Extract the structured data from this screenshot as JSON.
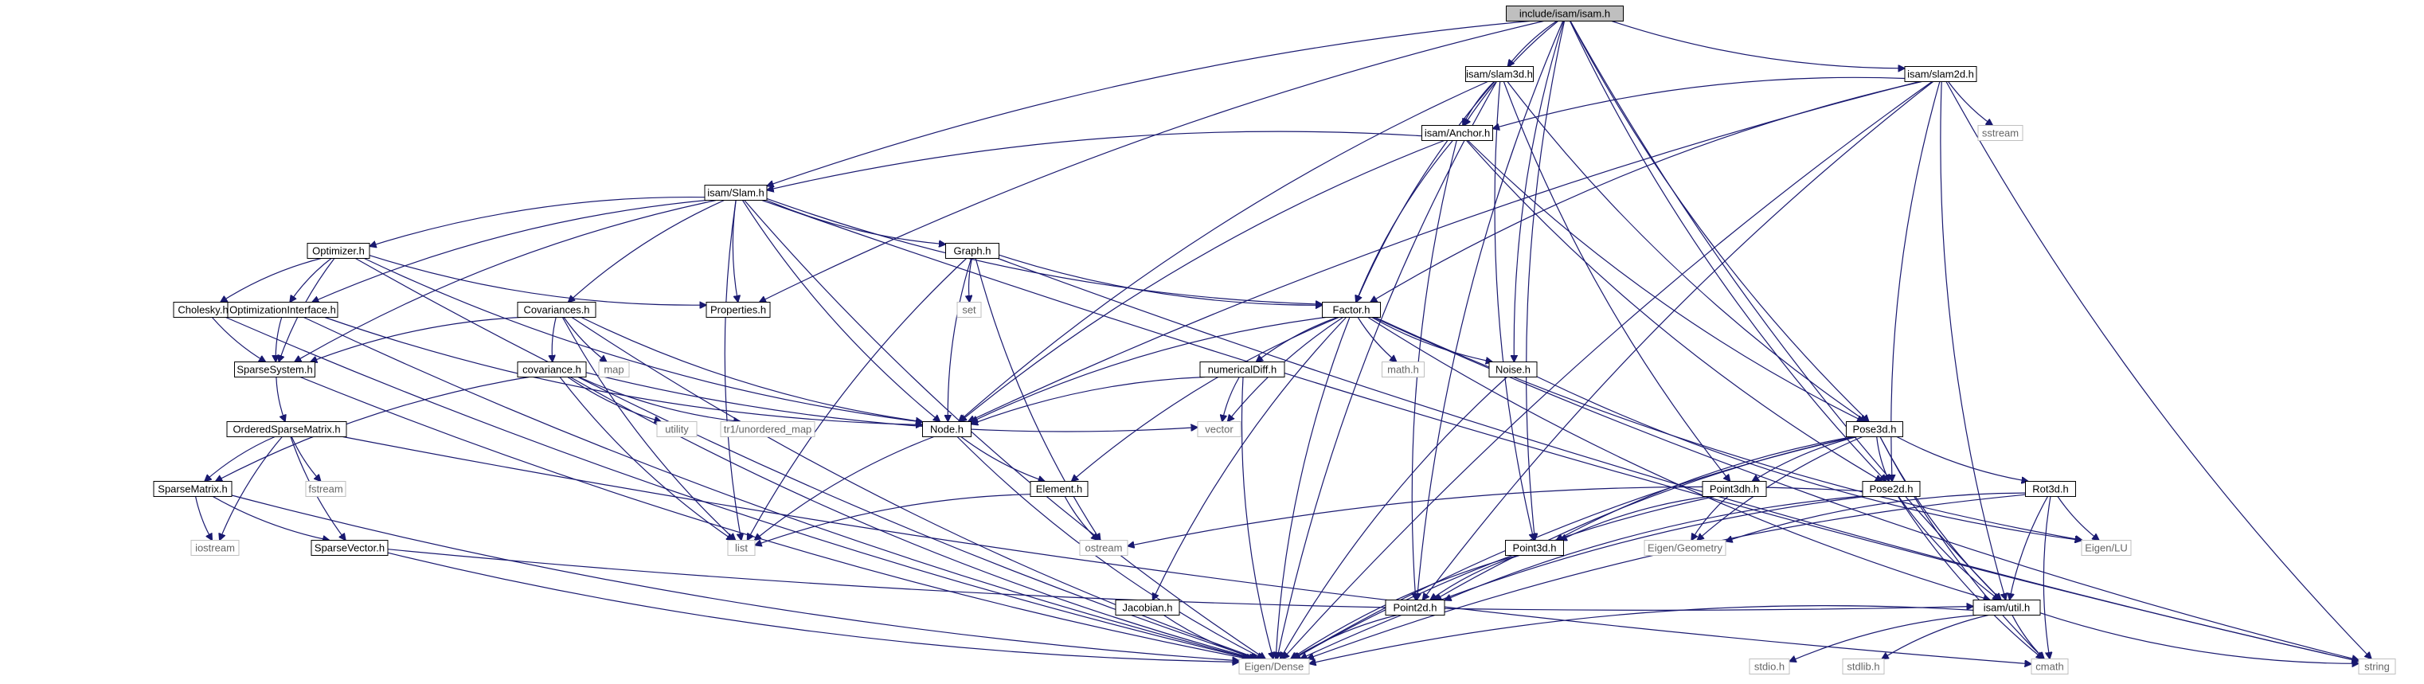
{
  "diagram": {
    "colors": {
      "edge": "#191970",
      "node_border": "#000000",
      "node_fill": "#ffffff",
      "root_fill": "#bfbfbf",
      "external_border": "#bfbfbf",
      "external_text": "#666666"
    },
    "nodes": [
      {
        "id": "isam_h",
        "label": "include/isam/isam.h",
        "kind": "root"
      },
      {
        "id": "slam3d_h",
        "label": "isam/slam3d.h",
        "kind": "local"
      },
      {
        "id": "slam2d_h",
        "label": "isam/slam2d.h",
        "kind": "local"
      },
      {
        "id": "anchor_h",
        "label": "isam/Anchor.h",
        "kind": "local"
      },
      {
        "id": "sstream",
        "label": "sstream",
        "kind": "external"
      },
      {
        "id": "slam_h",
        "label": "isam/Slam.h",
        "kind": "local"
      },
      {
        "id": "optimizer_h",
        "label": "Optimizer.h",
        "kind": "local"
      },
      {
        "id": "graph_h",
        "label": "Graph.h",
        "kind": "local"
      },
      {
        "id": "set",
        "label": "set",
        "kind": "external"
      },
      {
        "id": "properties_h",
        "label": "Properties.h",
        "kind": "local"
      },
      {
        "id": "factor_h",
        "label": "Factor.h",
        "kind": "local"
      },
      {
        "id": "cholesky_h",
        "label": "Cholesky.h",
        "kind": "local"
      },
      {
        "id": "optiface_h",
        "label": "OptimizationInterface.h",
        "kind": "local"
      },
      {
        "id": "covariances_h",
        "label": "Covariances.h",
        "kind": "local"
      },
      {
        "id": "map",
        "label": "map",
        "kind": "external"
      },
      {
        "id": "numdiff_h",
        "label": "numericalDiff.h",
        "kind": "local"
      },
      {
        "id": "math_h",
        "label": "math.h",
        "kind": "external"
      },
      {
        "id": "noise_h",
        "label": "Noise.h",
        "kind": "local"
      },
      {
        "id": "sparsesys_h",
        "label": "SparseSystem.h",
        "kind": "local"
      },
      {
        "id": "covariance_h",
        "label": "covariance.h",
        "kind": "local"
      },
      {
        "id": "utility",
        "label": "utility",
        "kind": "external"
      },
      {
        "id": "tr1map",
        "label": "tr1/unordered_map",
        "kind": "external"
      },
      {
        "id": "node_h",
        "label": "Node.h",
        "kind": "local"
      },
      {
        "id": "vector",
        "label": "vector",
        "kind": "external"
      },
      {
        "id": "pose3d_h",
        "label": "Pose3d.h",
        "kind": "local"
      },
      {
        "id": "osm_h",
        "label": "OrderedSparseMatrix.h",
        "kind": "local"
      },
      {
        "id": "sparsematrix_h",
        "label": "SparseMatrix.h",
        "kind": "local"
      },
      {
        "id": "fstream",
        "label": "fstream",
        "kind": "external"
      },
      {
        "id": "element_h",
        "label": "Element.h",
        "kind": "local"
      },
      {
        "id": "point3dh_h",
        "label": "Point3dh.h",
        "kind": "local"
      },
      {
        "id": "pose2d_h",
        "label": "Pose2d.h",
        "kind": "local"
      },
      {
        "id": "rot3d_h",
        "label": "Rot3d.h",
        "kind": "local"
      },
      {
        "id": "iostream",
        "label": "iostream",
        "kind": "external"
      },
      {
        "id": "list",
        "label": "list",
        "kind": "external"
      },
      {
        "id": "ostream",
        "label": "ostream",
        "kind": "external"
      },
      {
        "id": "eigen_geometry",
        "label": "Eigen/Geometry",
        "kind": "external"
      },
      {
        "id": "eigen_lu",
        "label": "Eigen/LU",
        "kind": "external"
      },
      {
        "id": "sparsevector_h",
        "label": "SparseVector.h",
        "kind": "local"
      },
      {
        "id": "point3d_h",
        "label": "Point3d.h",
        "kind": "local"
      },
      {
        "id": "jacobian_h",
        "label": "Jacobian.h",
        "kind": "local"
      },
      {
        "id": "point2d_h",
        "label": "Point2d.h",
        "kind": "local"
      },
      {
        "id": "util_h",
        "label": "isam/util.h",
        "kind": "local"
      },
      {
        "id": "eigen_dense",
        "label": "Eigen/Dense",
        "kind": "external"
      },
      {
        "id": "stdio_h",
        "label": "stdio.h",
        "kind": "external"
      },
      {
        "id": "stdlib_h",
        "label": "stdlib.h",
        "kind": "external"
      },
      {
        "id": "cmath",
        "label": "cmath",
        "kind": "external"
      },
      {
        "id": "string",
        "label": "string",
        "kind": "external"
      }
    ],
    "edges": [
      [
        "isam_h",
        "slam3d_h"
      ],
      [
        "isam_h",
        "slam2d_h"
      ],
      [
        "isam_h",
        "anchor_h"
      ],
      [
        "isam_h",
        "slam_h"
      ],
      [
        "isam_h",
        "properties_h"
      ],
      [
        "isam_h",
        "noise_h"
      ],
      [
        "isam_h",
        "pose3d_h"
      ],
      [
        "isam_h",
        "pose2d_h"
      ],
      [
        "isam_h",
        "point3d_h"
      ],
      [
        "isam_h",
        "point2d_h"
      ],
      [
        "isam_h",
        "util_h"
      ],
      [
        "slam3d_h",
        "anchor_h"
      ],
      [
        "slam3d_h",
        "node_h"
      ],
      [
        "slam3d_h",
        "factor_h"
      ],
      [
        "slam3d_h",
        "pose3d_h"
      ],
      [
        "slam3d_h",
        "point3dh_h"
      ],
      [
        "slam3d_h",
        "point3d_h"
      ],
      [
        "slam3d_h",
        "eigen_dense"
      ],
      [
        "slam2d_h",
        "anchor_h"
      ],
      [
        "slam2d_h",
        "sstream"
      ],
      [
        "slam2d_h",
        "node_h"
      ],
      [
        "slam2d_h",
        "factor_h"
      ],
      [
        "slam2d_h",
        "pose2d_h"
      ],
      [
        "slam2d_h",
        "point2d_h"
      ],
      [
        "slam2d_h",
        "util_h"
      ],
      [
        "slam2d_h",
        "eigen_dense"
      ],
      [
        "slam2d_h",
        "string"
      ],
      [
        "anchor_h",
        "slam_h"
      ],
      [
        "anchor_h",
        "node_h"
      ],
      [
        "anchor_h",
        "factor_h"
      ],
      [
        "anchor_h",
        "pose3d_h"
      ],
      [
        "anchor_h",
        "pose2d_h"
      ],
      [
        "anchor_h",
        "point2d_h"
      ],
      [
        "slam_h",
        "optimizer_h"
      ],
      [
        "slam_h",
        "graph_h"
      ],
      [
        "slam_h",
        "properties_h"
      ],
      [
        "slam_h",
        "factor_h"
      ],
      [
        "slam_h",
        "optiface_h"
      ],
      [
        "slam_h",
        "covariances_h"
      ],
      [
        "slam_h",
        "sparsesys_h"
      ],
      [
        "slam_h",
        "node_h"
      ],
      [
        "slam_h",
        "list"
      ],
      [
        "slam_h",
        "eigen_dense"
      ],
      [
        "slam_h",
        "string"
      ],
      [
        "optimizer_h",
        "cholesky_h"
      ],
      [
        "optimizer_h",
        "optiface_h"
      ],
      [
        "optimizer_h",
        "sparsesys_h"
      ],
      [
        "optimizer_h",
        "properties_h"
      ],
      [
        "optimizer_h",
        "node_h"
      ],
      [
        "optimizer_h",
        "eigen_dense"
      ],
      [
        "graph_h",
        "set"
      ],
      [
        "graph_h",
        "factor_h"
      ],
      [
        "graph_h",
        "node_h"
      ],
      [
        "graph_h",
        "list"
      ],
      [
        "graph_h",
        "ostream"
      ],
      [
        "graph_h",
        "string"
      ],
      [
        "factor_h",
        "numdiff_h"
      ],
      [
        "factor_h",
        "math_h"
      ],
      [
        "factor_h",
        "noise_h"
      ],
      [
        "factor_h",
        "node_h"
      ],
      [
        "factor_h",
        "vector"
      ],
      [
        "factor_h",
        "element_h"
      ],
      [
        "factor_h",
        "jacobian_h"
      ],
      [
        "factor_h",
        "eigen_lu"
      ],
      [
        "factor_h",
        "util_h"
      ],
      [
        "factor_h",
        "eigen_dense"
      ],
      [
        "factor_h",
        "string"
      ],
      [
        "cholesky_h",
        "sparsesys_h"
      ],
      [
        "cholesky_h",
        "eigen_dense"
      ],
      [
        "optiface_h",
        "sparsesys_h"
      ],
      [
        "optiface_h",
        "node_h"
      ],
      [
        "optiface_h",
        "eigen_dense"
      ],
      [
        "covariances_h",
        "map"
      ],
      [
        "covariances_h",
        "covariance_h"
      ],
      [
        "covariances_h",
        "sparsesys_h"
      ],
      [
        "covariances_h",
        "node_h"
      ],
      [
        "covariances_h",
        "list"
      ],
      [
        "covariances_h",
        "eigen_dense"
      ],
      [
        "numdiff_h",
        "node_h"
      ],
      [
        "numdiff_h",
        "vector"
      ],
      [
        "numdiff_h",
        "eigen_dense"
      ],
      [
        "noise_h",
        "eigen_dense"
      ],
      [
        "noise_h",
        "eigen_lu"
      ],
      [
        "sparsesys_h",
        "osm_h"
      ],
      [
        "sparsesys_h",
        "eigen_dense"
      ],
      [
        "covariance_h",
        "utility"
      ],
      [
        "covariance_h",
        "tr1map"
      ],
      [
        "covariance_h",
        "vector"
      ],
      [
        "covariance_h",
        "list"
      ],
      [
        "covariance_h",
        "sparsematrix_h"
      ],
      [
        "covariance_h",
        "eigen_dense"
      ],
      [
        "node_h",
        "element_h"
      ],
      [
        "node_h",
        "list"
      ],
      [
        "node_h",
        "eigen_dense"
      ],
      [
        "pose3d_h",
        "point3dh_h"
      ],
      [
        "pose3d_h",
        "pose2d_h"
      ],
      [
        "pose3d_h",
        "rot3d_h"
      ],
      [
        "pose3d_h",
        "point3d_h"
      ],
      [
        "pose3d_h",
        "point2d_h"
      ],
      [
        "pose3d_h",
        "eigen_geometry"
      ],
      [
        "pose3d_h",
        "util_h"
      ],
      [
        "pose3d_h",
        "eigen_dense"
      ],
      [
        "pose3d_h",
        "cmath"
      ],
      [
        "osm_h",
        "sparsematrix_h"
      ],
      [
        "osm_h",
        "fstream"
      ],
      [
        "osm_h",
        "iostream"
      ],
      [
        "osm_h",
        "sparsevector_h"
      ],
      [
        "osm_h",
        "cmath"
      ],
      [
        "sparsematrix_h",
        "iostream"
      ],
      [
        "sparsematrix_h",
        "sparsevector_h"
      ],
      [
        "sparsematrix_h",
        "eigen_dense"
      ],
      [
        "element_h",
        "list"
      ],
      [
        "element_h",
        "ostream"
      ],
      [
        "point3dh_h",
        "point3d_h"
      ],
      [
        "point3dh_h",
        "eigen_geometry"
      ],
      [
        "point3dh_h",
        "eigen_dense"
      ],
      [
        "pose2d_h",
        "ostream"
      ],
      [
        "pose2d_h",
        "point2d_h"
      ],
      [
        "pose2d_h",
        "util_h"
      ],
      [
        "pose2d_h",
        "eigen_dense"
      ],
      [
        "pose2d_h",
        "cmath"
      ],
      [
        "rot3d_h",
        "eigen_geometry"
      ],
      [
        "rot3d_h",
        "eigen_lu"
      ],
      [
        "rot3d_h",
        "util_h"
      ],
      [
        "rot3d_h",
        "eigen_dense"
      ],
      [
        "rot3d_h",
        "cmath"
      ],
      [
        "sparsevector_h",
        "util_h"
      ],
      [
        "sparsevector_h",
        "eigen_dense"
      ],
      [
        "point3d_h",
        "point2d_h"
      ],
      [
        "point3d_h",
        "eigen_dense"
      ],
      [
        "jacobian_h",
        "eigen_dense"
      ],
      [
        "point2d_h",
        "eigen_dense"
      ],
      [
        "util_h",
        "stdio_h"
      ],
      [
        "util_h",
        "stdlib_h"
      ],
      [
        "util_h",
        "cmath"
      ],
      [
        "util_h",
        "string"
      ],
      [
        "util_h",
        "eigen_dense"
      ]
    ]
  }
}
